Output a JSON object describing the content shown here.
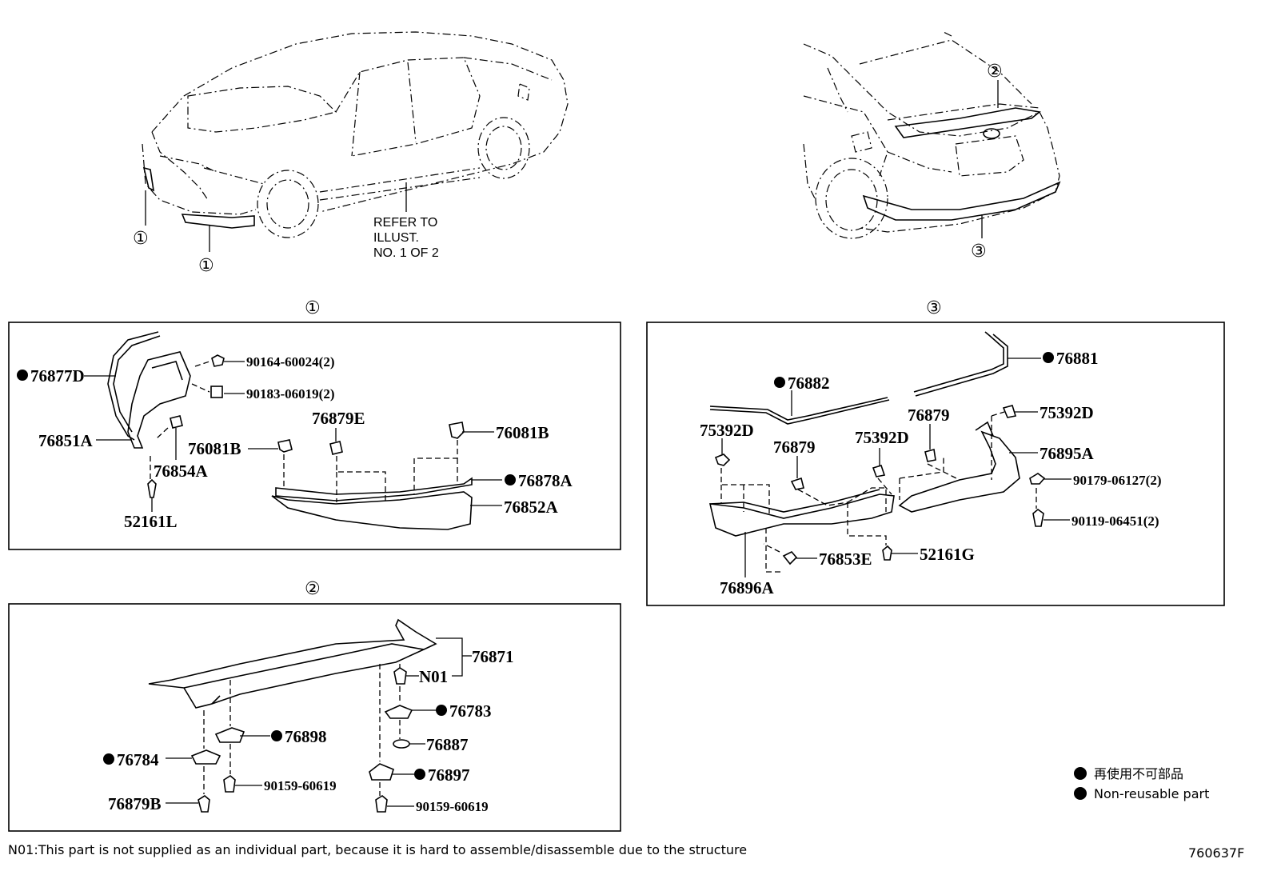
{
  "refer_note": [
    "REFER TO",
    "ILLUST.",
    "NO. 1 OF 2"
  ],
  "callouts": {
    "c1": "①",
    "c2": "②",
    "c3": "③"
  },
  "panel1": {
    "title": "①",
    "parts": {
      "p76877D": "76877D",
      "p90164": "90164-60024(2)",
      "p90183": "90183-06019(2)",
      "p76879E": "76879E",
      "p76081B_a": "76081B",
      "p76081B_b": "76081B",
      "p76851A": "76851A",
      "p76854A": "76854A",
      "p76878A": "76878A",
      "p76852A": "76852A",
      "p52161L": "52161L"
    }
  },
  "panel2": {
    "title": "②",
    "parts": {
      "p76871": "76871",
      "pN01": "N01",
      "p76783": "76783",
      "p76898": "76898",
      "p76887": "76887",
      "p76784": "76784",
      "p76897": "76897",
      "p90159_a": "90159-60619",
      "p76879B": "76879B",
      "p90159_b": "90159-60619"
    }
  },
  "panel3": {
    "title": "③",
    "parts": {
      "p76881": "76881",
      "p76882": "76882",
      "p75392D_a": "75392D",
      "p76879_a": "76879",
      "p75392D_b": "75392D",
      "p75392D_c": "75392D",
      "p76879_b": "76879",
      "p76895A": "76895A",
      "p90179": "90179-06127(2)",
      "p90119": "90119-06451(2)",
      "p52161G": "52161G",
      "p76853E": "76853E",
      "p76896A": "76896A"
    }
  },
  "legend": {
    "jp": "再使用不可部品",
    "en": "Non-reusable part"
  },
  "footnote": "N01:This part is not supplied as an individual part, because it is hard to assemble/disassemble due to the structure",
  "figure_id": "760637F"
}
